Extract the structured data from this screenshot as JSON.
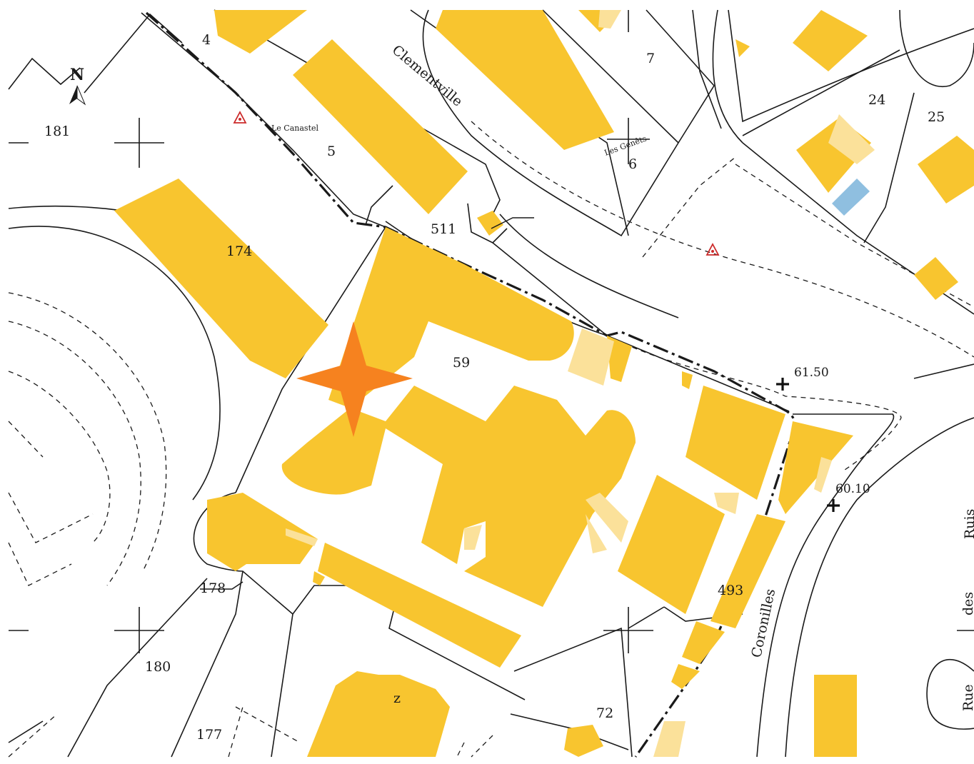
{
  "colors": {
    "building": "#f8c52f",
    "building_light": "#fbe19a",
    "water": "#8fbfe0",
    "marker_star": "#f6821f",
    "triangle": "#cc2a2a",
    "line": "#1a1a1a"
  },
  "icons": {
    "north_arrow": "north-arrow-icon",
    "marker": "star-marker-icon",
    "geodetic_point": "triangle-icon",
    "spot_height": "cross-icon"
  },
  "north_label": "N",
  "plot_numbers": {
    "p4": "4",
    "p5": "5",
    "p6": "6",
    "p7": "7",
    "p24": "24",
    "p25": "25",
    "p59": "59",
    "p72": "72",
    "p174": "174",
    "p177": "177",
    "p178": "178",
    "p180": "180",
    "p181": "181",
    "p493": "493",
    "p511": "511",
    "pz": "z"
  },
  "place_names": {
    "le_canastel": "Le Canastel",
    "les_genets": "Les Genêts"
  },
  "streets": {
    "clementville": "Clementville",
    "coronilles": "Coronilles",
    "rue": "Rue",
    "des": "des",
    "ruis": "Ruis"
  },
  "elevations": {
    "e1": "61.50",
    "e2": "60.10"
  }
}
